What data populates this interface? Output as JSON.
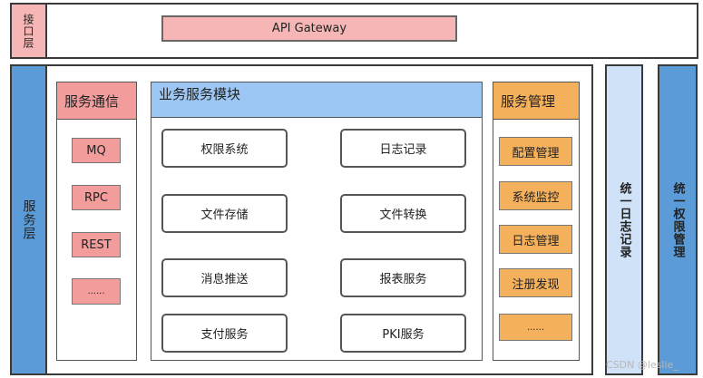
{
  "interface_layer": {
    "label": "接口层",
    "gateway": "API Gateway"
  },
  "service_layer": {
    "label": "服务层",
    "communication": {
      "title": "服务通信",
      "items": [
        "MQ",
        "RPC",
        "REST",
        "......"
      ]
    },
    "business": {
      "title": "业务服务模块",
      "items": [
        "权限系统",
        "日志记录",
        "文件存储",
        "文件转换",
        "消息推送",
        "报表服务",
        "支付服务",
        "PKI服务"
      ]
    },
    "management": {
      "title": "服务管理",
      "items": [
        "配置管理",
        "系统监控",
        "日志管理",
        "注册发现",
        "......"
      ]
    }
  },
  "unified_logging": "统一日志记录",
  "unified_permission": "统一权限管理",
  "watermark": "CSDN @leslie_"
}
